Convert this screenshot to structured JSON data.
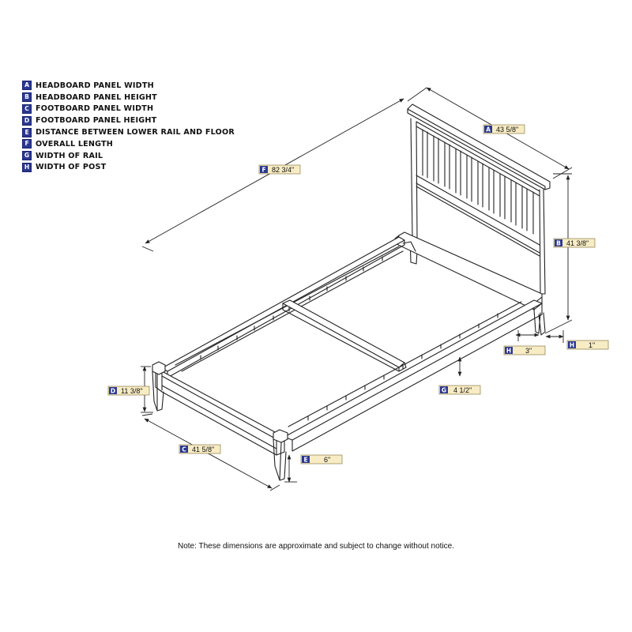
{
  "legend": [
    {
      "key": "A",
      "label": "HEADBOARD PANEL WIDTH"
    },
    {
      "key": "B",
      "label": "HEADBOARD PANEL HEIGHT"
    },
    {
      "key": "C",
      "label": "FOOTBOARD PANEL WIDTH"
    },
    {
      "key": "D",
      "label": "FOOTBOARD PANEL HEIGHT"
    },
    {
      "key": "E",
      "label": "DISTANCE BETWEEN LOWER RAIL AND FLOOR"
    },
    {
      "key": "F",
      "label": "OVERALL LENGTH"
    },
    {
      "key": "G",
      "label": "WIDTH OF RAIL"
    },
    {
      "key": "H",
      "label": "WIDTH OF POST"
    }
  ],
  "dimensions": {
    "A": {
      "key": "A",
      "value": "43 5/8\""
    },
    "B": {
      "key": "B",
      "value": "41 3/8\""
    },
    "C": {
      "key": "C",
      "value": "41 5/8\""
    },
    "D": {
      "key": "D",
      "value": "11 3/8\""
    },
    "E": {
      "key": "E",
      "value": "6\""
    },
    "F": {
      "key": "F",
      "value": "82 3/4\""
    },
    "G": {
      "key": "G",
      "value": "4 1/2\""
    },
    "H1": {
      "key": "H",
      "value": "3\""
    },
    "H2": {
      "key": "H",
      "value": "1\""
    }
  },
  "note": "Note: These dimensions are approximate and subject to change without notice."
}
